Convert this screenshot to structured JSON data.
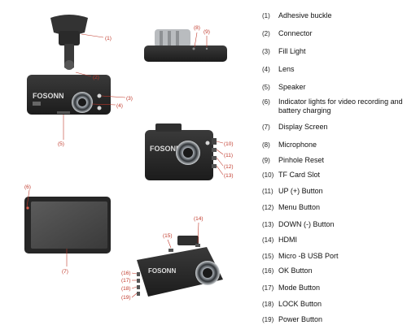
{
  "brand": "FOSONN",
  "callouts": {
    "c1": "(1)",
    "c2": "(2)",
    "c3": "(3)",
    "c4": "(4)",
    "c5": "(5)",
    "c6": "(6)",
    "c7": "(7)",
    "c8": "(8)",
    "c9": "(9)",
    "c10": "(10)",
    "c11": "(11)",
    "c12": "(12)",
    "c13": "(13)",
    "c14": "(14)",
    "c15": "(15)",
    "c16": "(16)",
    "c17": "(17)",
    "c18": "(18)",
    "c19": "(19)"
  },
  "legend": [
    {
      "num": "(1)",
      "label": "Adhesive buckle"
    },
    {
      "num": "(2)",
      "label": "Connector"
    },
    {
      "num": "(3)",
      "label": "Fill Light"
    },
    {
      "num": "(4)",
      "label": "Lens"
    },
    {
      "num": "(5)",
      "label": "Speaker"
    },
    {
      "num": "(6)",
      "label": "Indicator lights for video recording and battery charging"
    },
    {
      "num": "(7)",
      "label": "Display Screen"
    },
    {
      "num": "(8)",
      "label": "Microphone"
    },
    {
      "num": "(9)",
      "label": "Pinhole Reset"
    },
    {
      "num": "(10)",
      "label": "TF Card Slot"
    },
    {
      "num": "(11)",
      "label": "UP (+) Button"
    },
    {
      "num": "(12)",
      "label": "Menu Button"
    },
    {
      "num": "(13)",
      "label": "DOWN (-) Button"
    },
    {
      "num": "(14)",
      "label": "HDMI"
    },
    {
      "num": "(15)",
      "label": "Micro -B USB Port"
    },
    {
      "num": "(16)",
      "label": "OK Button"
    },
    {
      "num": "(17)",
      "label": "Mode Button"
    },
    {
      "num": "(18)",
      "label": "LOCK Button"
    },
    {
      "num": "(19)",
      "label": "Power Button"
    }
  ],
  "colors": {
    "callout": "#c0392b",
    "body": "#2b2b2b",
    "screen": "#4a4a4a"
  }
}
